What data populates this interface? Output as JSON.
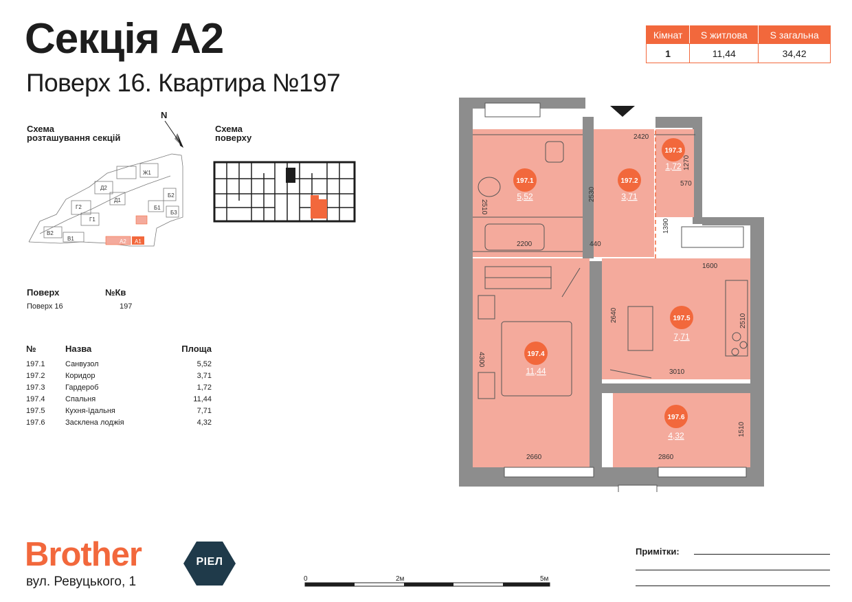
{
  "header": {
    "title": "Секція А2",
    "subtitle": "Поверх 16. Квартира №197"
  },
  "summary": {
    "headers": [
      "Кімнат",
      "S житлова",
      "S загальна"
    ],
    "values": [
      "1",
      "11,44",
      "34,42"
    ]
  },
  "schemes": {
    "sections_label_1": "Схема",
    "sections_label_2": "розташування секцій",
    "floor_label_1": "Схема",
    "floor_label_2": "поверху",
    "north": "N",
    "blocks": [
      "Ж1",
      "Д2",
      "Д1",
      "Г2",
      "Г1",
      "В2",
      "В1",
      "Б1",
      "Б2",
      "Б3",
      "А2",
      "А1"
    ]
  },
  "info": {
    "floor_header": "Поверх",
    "apt_header": "№Кв",
    "floor_value": "Поверх 16",
    "apt_value": "197"
  },
  "rooms_table": {
    "headers": [
      "№",
      "Назва",
      "Площа"
    ],
    "rows": [
      {
        "num": "197.1",
        "name": "Санвузол",
        "area": "5,52"
      },
      {
        "num": "197.2",
        "name": "Коридор",
        "area": "3,71"
      },
      {
        "num": "197.3",
        "name": "Гардероб",
        "area": "1,72"
      },
      {
        "num": "197.4",
        "name": "Спальня",
        "area": "11,44"
      },
      {
        "num": "197.5",
        "name": "Кухня-їдальня",
        "area": "7,71"
      },
      {
        "num": "197.6",
        "name": "Засклена лоджія",
        "area": "4,32"
      }
    ]
  },
  "plan": {
    "rooms": [
      {
        "id": "197.1",
        "area": "5,52"
      },
      {
        "id": "197.2",
        "area": "3,71"
      },
      {
        "id": "197.3",
        "area": "1,72"
      },
      {
        "id": "197.4",
        "area": "11,44"
      },
      {
        "id": "197.5",
        "area": "7,71"
      },
      {
        "id": "197.6",
        "area": "4,32"
      }
    ],
    "dims": [
      "2420",
      "1270",
      "570",
      "2510",
      "2530",
      "1390",
      "2200",
      "440",
      "1600",
      "2640",
      "2510",
      "4300",
      "3010",
      "1510",
      "2660",
      "2860"
    ]
  },
  "footer": {
    "brand": "Brother",
    "badge": "РІЕЛ",
    "address": "вул. Ревуцького, 1",
    "scale_labels": [
      "0",
      "2м",
      "5м"
    ],
    "notes_label": "Примітки:"
  },
  "colors": {
    "accent": "#f2683c",
    "room_fill": "#f4aa9c",
    "wall": "#8d8d8d"
  }
}
